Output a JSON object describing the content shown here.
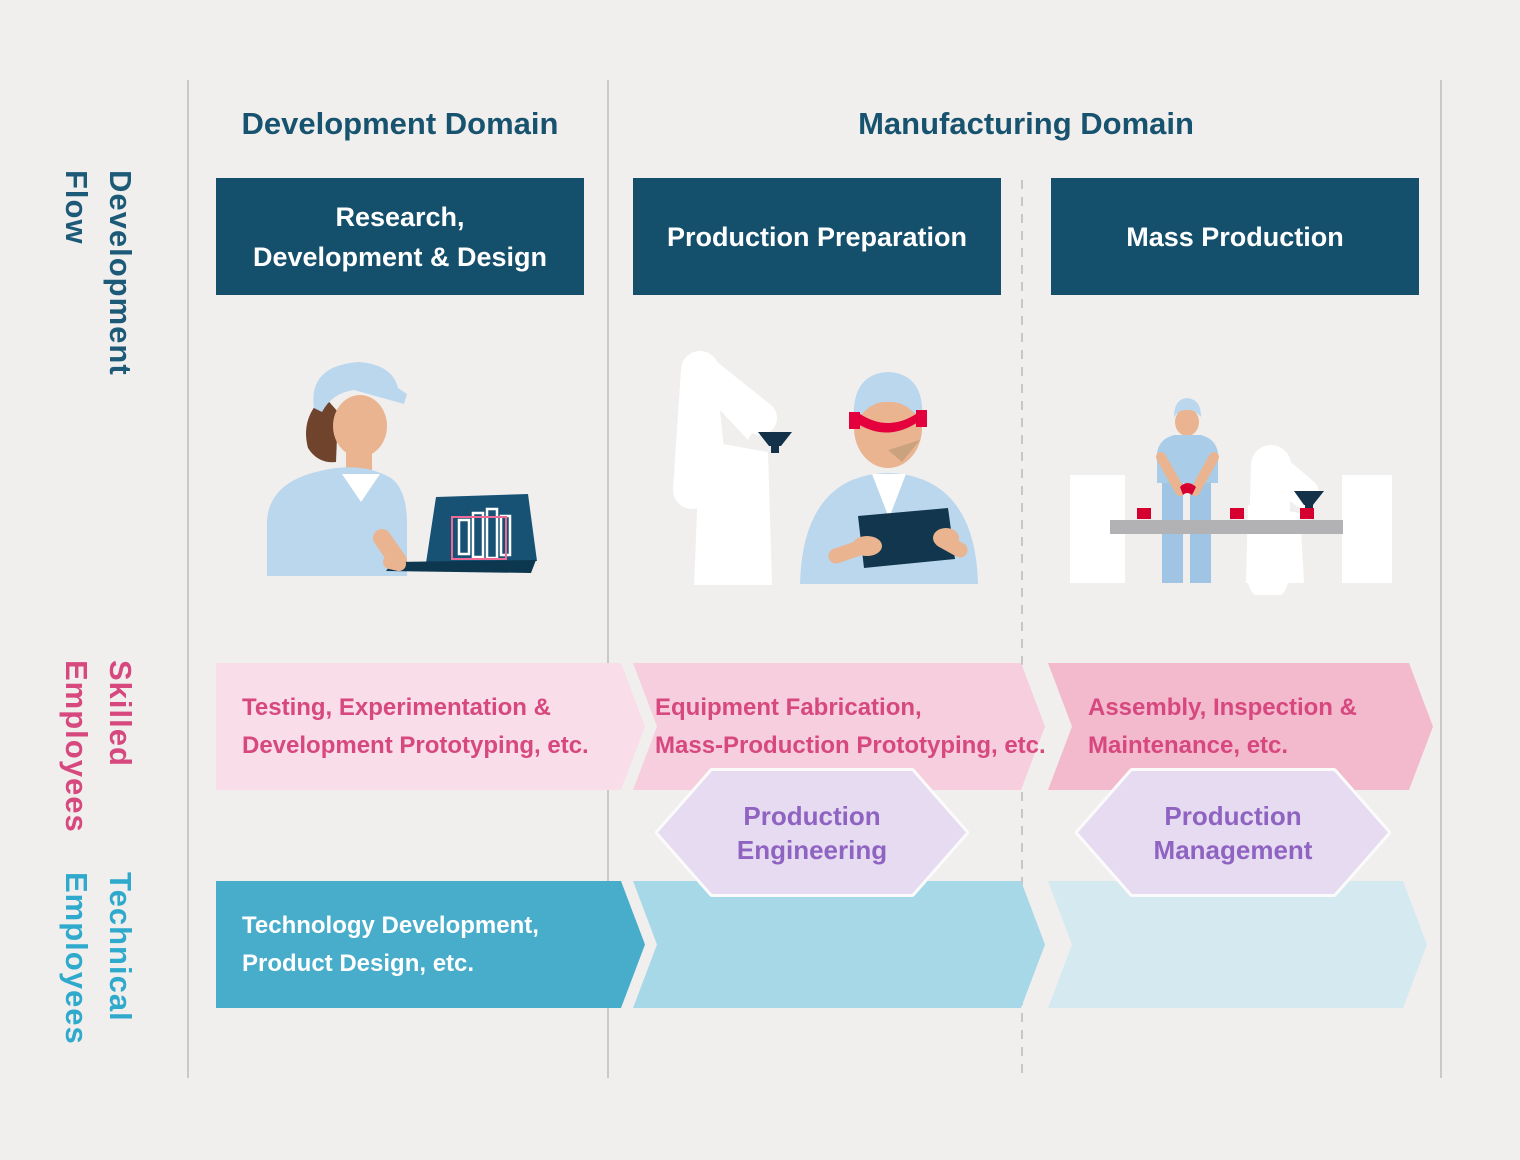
{
  "header": {
    "development_domain": "Development Domain",
    "manufacturing_domain": "Manufacturing Domain"
  },
  "axis_labels": {
    "development_flow": {
      "line1": "Development",
      "line2": "Flow"
    },
    "skilled_employees": {
      "line1": "Skilled",
      "line2": "Employees"
    },
    "technical_employees": {
      "line1": "Technical",
      "line2": "Employees"
    }
  },
  "stages": {
    "rdd": {
      "line1": "Research,",
      "line2": "Development & Design"
    },
    "production_preparation": "Production Preparation",
    "mass_production": "Mass Production"
  },
  "skilled_band": {
    "segment1": {
      "line1": "Testing, Experimentation &",
      "line2": "Development Prototyping, etc."
    },
    "segment2": {
      "line1": "Equipment Fabrication,",
      "line2": "Mass-Production Prototyping, etc."
    },
    "segment3": {
      "line1": "Assembly, Inspection &",
      "line2": "Maintenance, etc."
    }
  },
  "hexagons": {
    "production_engineering": {
      "line1": "Production",
      "line2": "Engineering"
    },
    "production_management": {
      "line1": "Production",
      "line2": "Management"
    }
  },
  "technical_band": {
    "segment1": {
      "line1": "Technology Development,",
      "line2": "Product Design, etc."
    }
  },
  "colors": {
    "background": "#f0efee",
    "stage_box_navy": "#144f6b",
    "header_text": "#17536f",
    "skilled_pink_text": "#d6487e",
    "skilled_band_fills": [
      "#f9dde8",
      "#f7cedd",
      "#f3b9cc"
    ],
    "hexagon_fill": "#e6dbf0",
    "hexagon_text": "#8f63c1",
    "technical_band_fills": [
      "#47adca",
      "#a6d8e8",
      "#d5e9f1"
    ],
    "technical_label": "#2fa9cc",
    "development_flow_label": "#1d5a78"
  }
}
